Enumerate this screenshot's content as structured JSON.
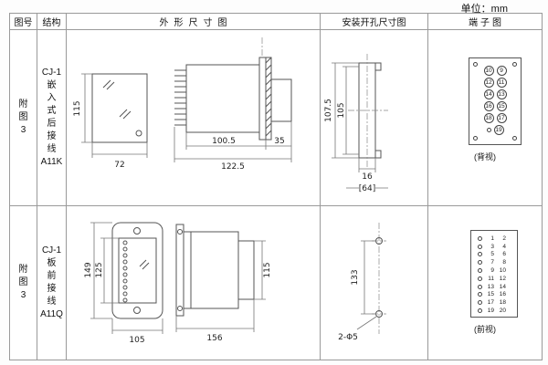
{
  "unit_label": "单位：mm",
  "headers": {
    "fig_no": "图号",
    "structure": "结构",
    "outline": "外形尺寸图",
    "mounting": "安装开孔尺寸图",
    "terminal": "端子图"
  },
  "row1": {
    "fig_no": "附\n图\n3",
    "structure": "CJ-1\n嵌\n入\n式\n后\n接\n线\nA11K",
    "outline_dims": {
      "front_height": "115",
      "front_width": "72",
      "body_depth": "100.5",
      "panel_front_depth": "35",
      "total_depth": "122.5"
    },
    "mounting_dims": {
      "outer_height": "107.5",
      "inner_height": "105",
      "slot_width": "16",
      "ref_width": "[64]"
    },
    "terminal_diagram": {
      "view_label": "(背视)",
      "rows": [
        [
          "10",
          "9"
        ],
        [
          "12",
          "11"
        ],
        [
          "14",
          "13"
        ],
        [
          "16",
          "15"
        ],
        [
          "18",
          "17"
        ],
        [
          "",
          "19"
        ]
      ]
    }
  },
  "row2": {
    "fig_no": "附\n图\n3",
    "structure": "CJ-1\n板\n前\n接\n线\nA11Q",
    "outline_dims": {
      "front_height": "149",
      "inner_height": "125",
      "front_width": "105",
      "side_depth": "156",
      "side_height": "115"
    },
    "mounting_dims": {
      "hole_pitch": "133",
      "hole_spec": "2-Φ5"
    },
    "terminal_diagram": {
      "view_label": "(前视)",
      "rows": [
        [
          "1",
          "2"
        ],
        [
          "3",
          "4"
        ],
        [
          "5",
          "6"
        ],
        [
          "7",
          "8"
        ],
        [
          "9",
          "10"
        ],
        [
          "11",
          "12"
        ],
        [
          "13",
          "14"
        ],
        [
          "15",
          "16"
        ],
        [
          "17",
          "18"
        ],
        [
          "19",
          "20"
        ]
      ]
    }
  }
}
